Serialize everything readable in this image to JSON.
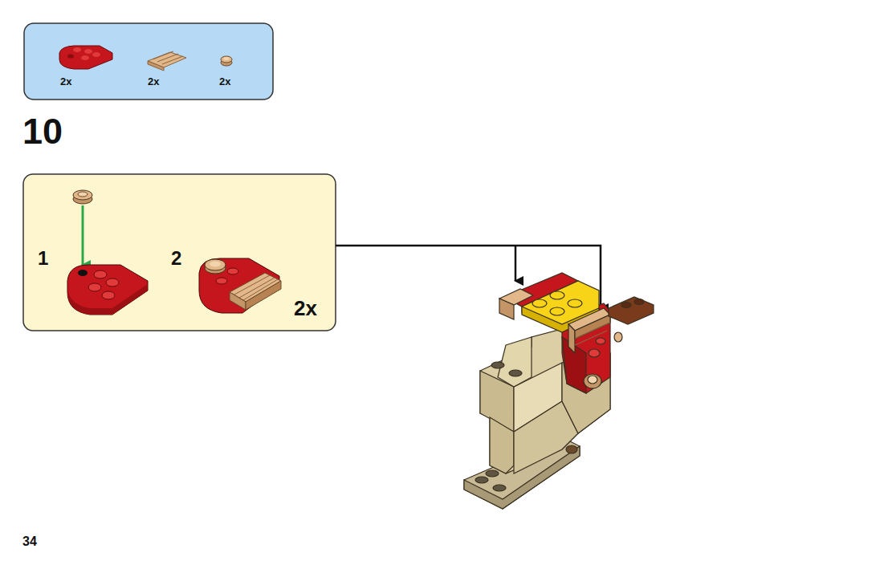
{
  "diagram": {
    "nodes": [
      {
        "text": [
          "2x",
          "2x",
          "2x"
        ]
      },
      {
        "text": [
          "1",
          "2",
          "2x"
        ]
      }
    ],
    "labels": [
      "10",
      "34"
    ]
  }
}
